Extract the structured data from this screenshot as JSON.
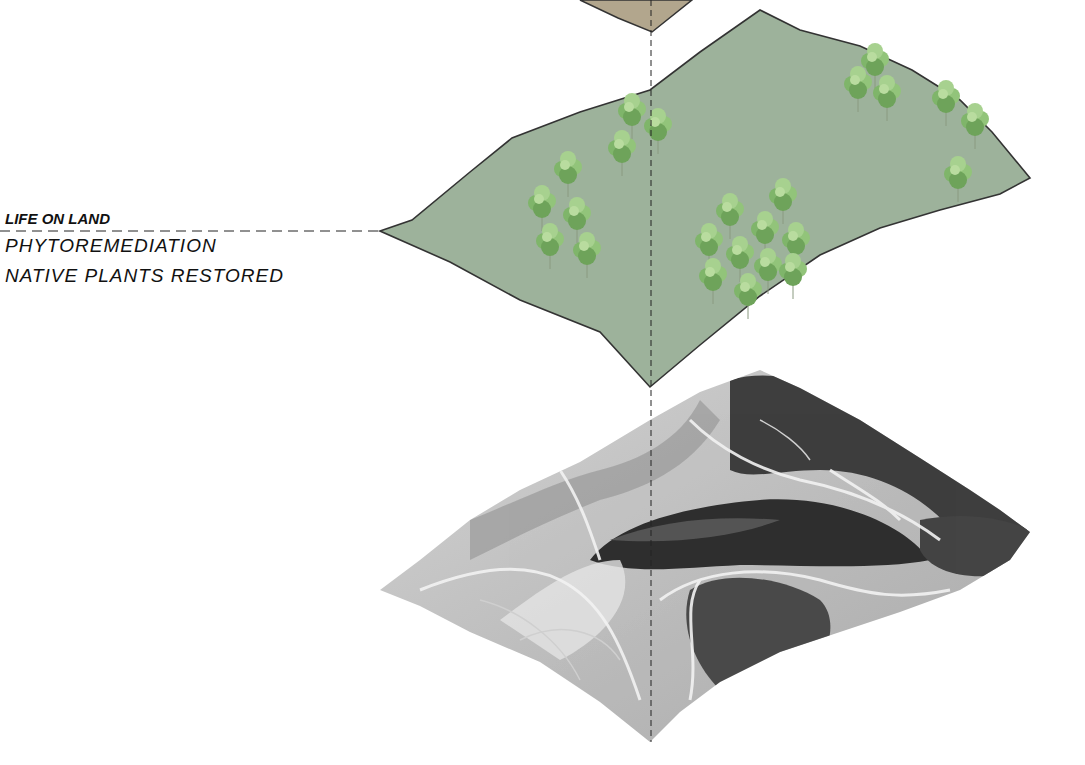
{
  "diagram": {
    "labels": [
      "LIFE ON LAND",
      "PHYTOREMEDIATION",
      "NATIVE PLANTS RESTORED"
    ]
  }
}
